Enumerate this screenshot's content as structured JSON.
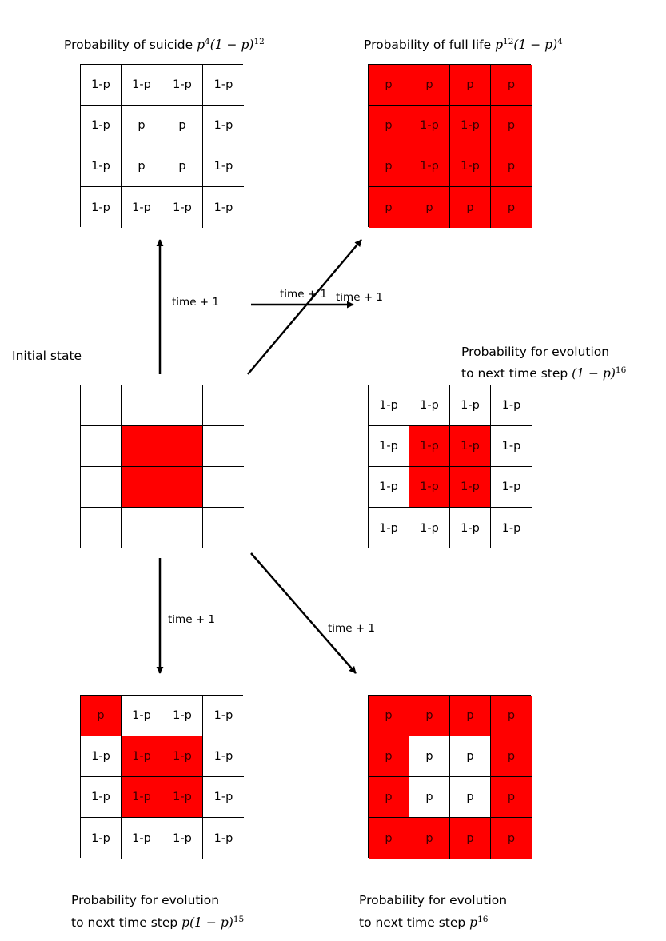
{
  "colors": {
    "alive": "#ff0000",
    "dead": "#ffffff",
    "grid_line": "#000000"
  },
  "labels": {
    "initial": "Initial state",
    "time_step": "time + 1"
  },
  "initial_state": {
    "states": [
      [
        0,
        0,
        0,
        0
      ],
      [
        0,
        1,
        1,
        0
      ],
      [
        0,
        1,
        1,
        0
      ],
      [
        0,
        0,
        0,
        0
      ]
    ]
  },
  "outcomes": [
    {
      "id": "suicide",
      "caption": [
        "Probability of suicide "
      ],
      "formula": {
        "p_exp": "4",
        "q_exp": "12",
        "show_p": true,
        "show_q": true
      },
      "cells": [
        [
          "1-p",
          "1-p",
          "1-p",
          "1-p"
        ],
        [
          "1-p",
          "p",
          "p",
          "1-p"
        ],
        [
          "1-p",
          "p",
          "p",
          "1-p"
        ],
        [
          "1-p",
          "1-p",
          "1-p",
          "1-p"
        ]
      ],
      "states": [
        [
          0,
          0,
          0,
          0
        ],
        [
          0,
          0,
          0,
          0
        ],
        [
          0,
          0,
          0,
          0
        ],
        [
          0,
          0,
          0,
          0
        ]
      ]
    },
    {
      "id": "full-life",
      "caption": [
        "Probability of full life "
      ],
      "formula": {
        "p_exp": "12",
        "q_exp": "4",
        "show_p": true,
        "show_q": true
      },
      "cells": [
        [
          "p",
          "p",
          "p",
          "p"
        ],
        [
          "p",
          "1-p",
          "1-p",
          "p"
        ],
        [
          "p",
          "1-p",
          "1-p",
          "p"
        ],
        [
          "p",
          "p",
          "p",
          "p"
        ]
      ],
      "states": [
        [
          1,
          1,
          1,
          1
        ],
        [
          1,
          1,
          1,
          1
        ],
        [
          1,
          1,
          1,
          1
        ],
        [
          1,
          1,
          1,
          1
        ]
      ]
    },
    {
      "id": "evolution-q16",
      "caption": [
        "Probability for evolution",
        "to next time step "
      ],
      "formula": {
        "p_exp": "",
        "q_exp": "16",
        "show_p": false,
        "show_q": true
      },
      "cells": [
        [
          "1-p",
          "1-p",
          "1-p",
          "1-p"
        ],
        [
          "1-p",
          "1-p",
          "1-p",
          "1-p"
        ],
        [
          "1-p",
          "1-p",
          "1-p",
          "1-p"
        ],
        [
          "1-p",
          "1-p",
          "1-p",
          "1-p"
        ]
      ],
      "states": [
        [
          0,
          0,
          0,
          0
        ],
        [
          0,
          1,
          1,
          0
        ],
        [
          0,
          1,
          1,
          0
        ],
        [
          0,
          0,
          0,
          0
        ]
      ]
    },
    {
      "id": "evolution-pq15",
      "caption": [
        "Probability for evolution",
        "to next time step "
      ],
      "formula": {
        "p_exp": "",
        "q_exp": "15",
        "show_p": true,
        "show_q": true
      },
      "cells": [
        [
          "p",
          "1-p",
          "1-p",
          "1-p"
        ],
        [
          "1-p",
          "1-p",
          "1-p",
          "1-p"
        ],
        [
          "1-p",
          "1-p",
          "1-p",
          "1-p"
        ],
        [
          "1-p",
          "1-p",
          "1-p",
          "1-p"
        ]
      ],
      "states": [
        [
          1,
          0,
          0,
          0
        ],
        [
          0,
          1,
          1,
          0
        ],
        [
          0,
          1,
          1,
          0
        ],
        [
          0,
          0,
          0,
          0
        ]
      ]
    },
    {
      "id": "evolution-p16",
      "caption": [
        "Probability for evolution",
        "to next time step "
      ],
      "formula": {
        "p_exp": "16",
        "q_exp": "",
        "show_p": true,
        "show_q": false
      },
      "cells": [
        [
          "p",
          "p",
          "p",
          "p"
        ],
        [
          "p",
          "p",
          "p",
          "p"
        ],
        [
          "p",
          "p",
          "p",
          "p"
        ],
        [
          "p",
          "p",
          "p",
          "p"
        ]
      ],
      "states": [
        [
          1,
          1,
          1,
          1
        ],
        [
          1,
          0,
          0,
          1
        ],
        [
          1,
          0,
          0,
          1
        ],
        [
          1,
          1,
          1,
          1
        ]
      ]
    }
  ]
}
